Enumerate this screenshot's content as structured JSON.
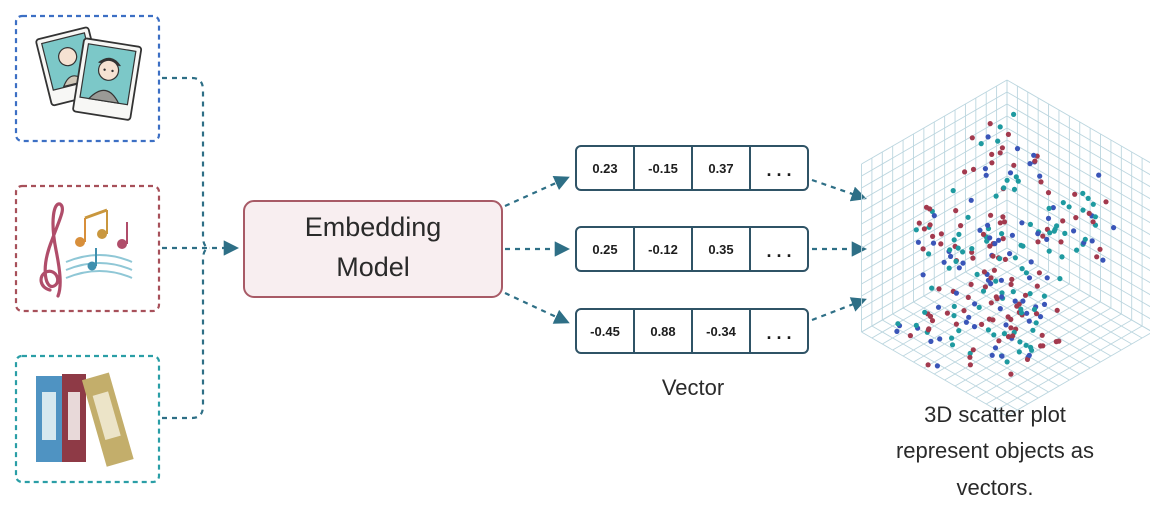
{
  "model": {
    "line1": "Embedding",
    "line2": "Model"
  },
  "vectors": [
    {
      "values": [
        "0.23",
        "-0.15",
        "0.37"
      ],
      "ellipsis": ". . ."
    },
    {
      "values": [
        "0.25",
        "-0.12",
        "0.35"
      ],
      "ellipsis": ". . ."
    },
    {
      "values": [
        "-0.45",
        "0.88",
        "-0.34"
      ],
      "ellipsis": ". . ."
    }
  ],
  "vector_label": "Vector",
  "scatter_caption": [
    "3D scatter plot",
    "represent objects as",
    "vectors."
  ],
  "inputs": [
    {
      "name": "photos",
      "border": "#3c6fc4"
    },
    {
      "name": "music",
      "border": "#a7505a"
    },
    {
      "name": "books",
      "border": "#2a9ea6"
    }
  ],
  "colors": {
    "arrow": "#2e6f86",
    "model_fill": "#f8eef0",
    "model_border": "#a85a66",
    "vector_border": "#2f5366",
    "points": [
      "#a33a4e",
      "#3a55b8",
      "#1e9aa0"
    ]
  }
}
